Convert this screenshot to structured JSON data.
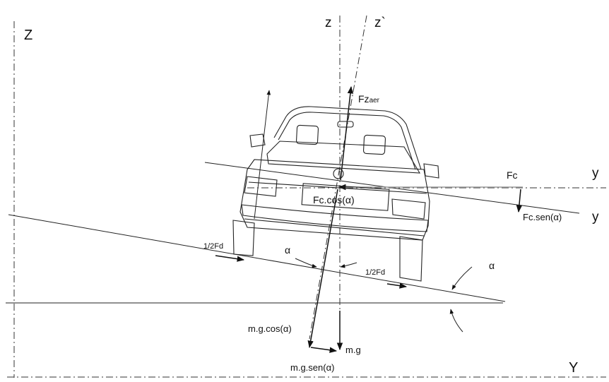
{
  "axes": {
    "z_global": "Z",
    "y_global": "Y",
    "z_vehicle": "z",
    "z_prime": "z`",
    "y_vehicle": "y",
    "y_inclined": "y"
  },
  "forces": {
    "fz_aer": "Fz",
    "fz_aer_sub": "aer",
    "fc": "Fc",
    "fc_cos": "Fc.cos(α)",
    "fc_sen": "Fc.sen(α)",
    "half_fd_left": "1/2Fd",
    "half_fd_right": "1/2Fd",
    "mg_cos": "m.g.cos(α)",
    "mg": "m.g",
    "mg_sen": "m.g.sen(α)"
  },
  "angles": {
    "alpha_center": "α",
    "alpha_right": "α"
  }
}
